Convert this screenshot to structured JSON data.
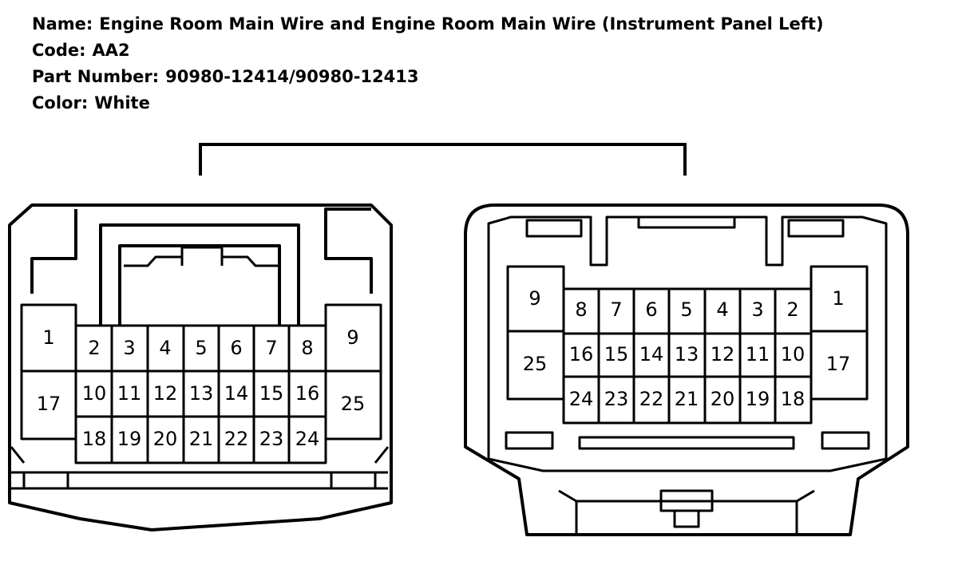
{
  "header": {
    "name_label": "Name:",
    "name_value": "Engine Room Main Wire and Engine Room Main Wire (Instrument Panel Left)",
    "code_label": "Code:",
    "code_value": "AA2",
    "part_label": "Part Number:",
    "part_value": "90980-12414/90980-12413",
    "color_label": "Color:",
    "color_value": "White"
  },
  "left_connector": {
    "pins": [
      "1",
      "2",
      "3",
      "4",
      "5",
      "6",
      "7",
      "8",
      "9",
      "10",
      "11",
      "12",
      "13",
      "14",
      "15",
      "16",
      "17",
      "18",
      "19",
      "20",
      "21",
      "22",
      "23",
      "24",
      "25"
    ]
  },
  "right_connector": {
    "pins": [
      "1",
      "2",
      "3",
      "4",
      "5",
      "6",
      "7",
      "8",
      "9",
      "10",
      "11",
      "12",
      "13",
      "14",
      "15",
      "16",
      "17",
      "18",
      "19",
      "20",
      "21",
      "22",
      "23",
      "24",
      "25"
    ]
  }
}
